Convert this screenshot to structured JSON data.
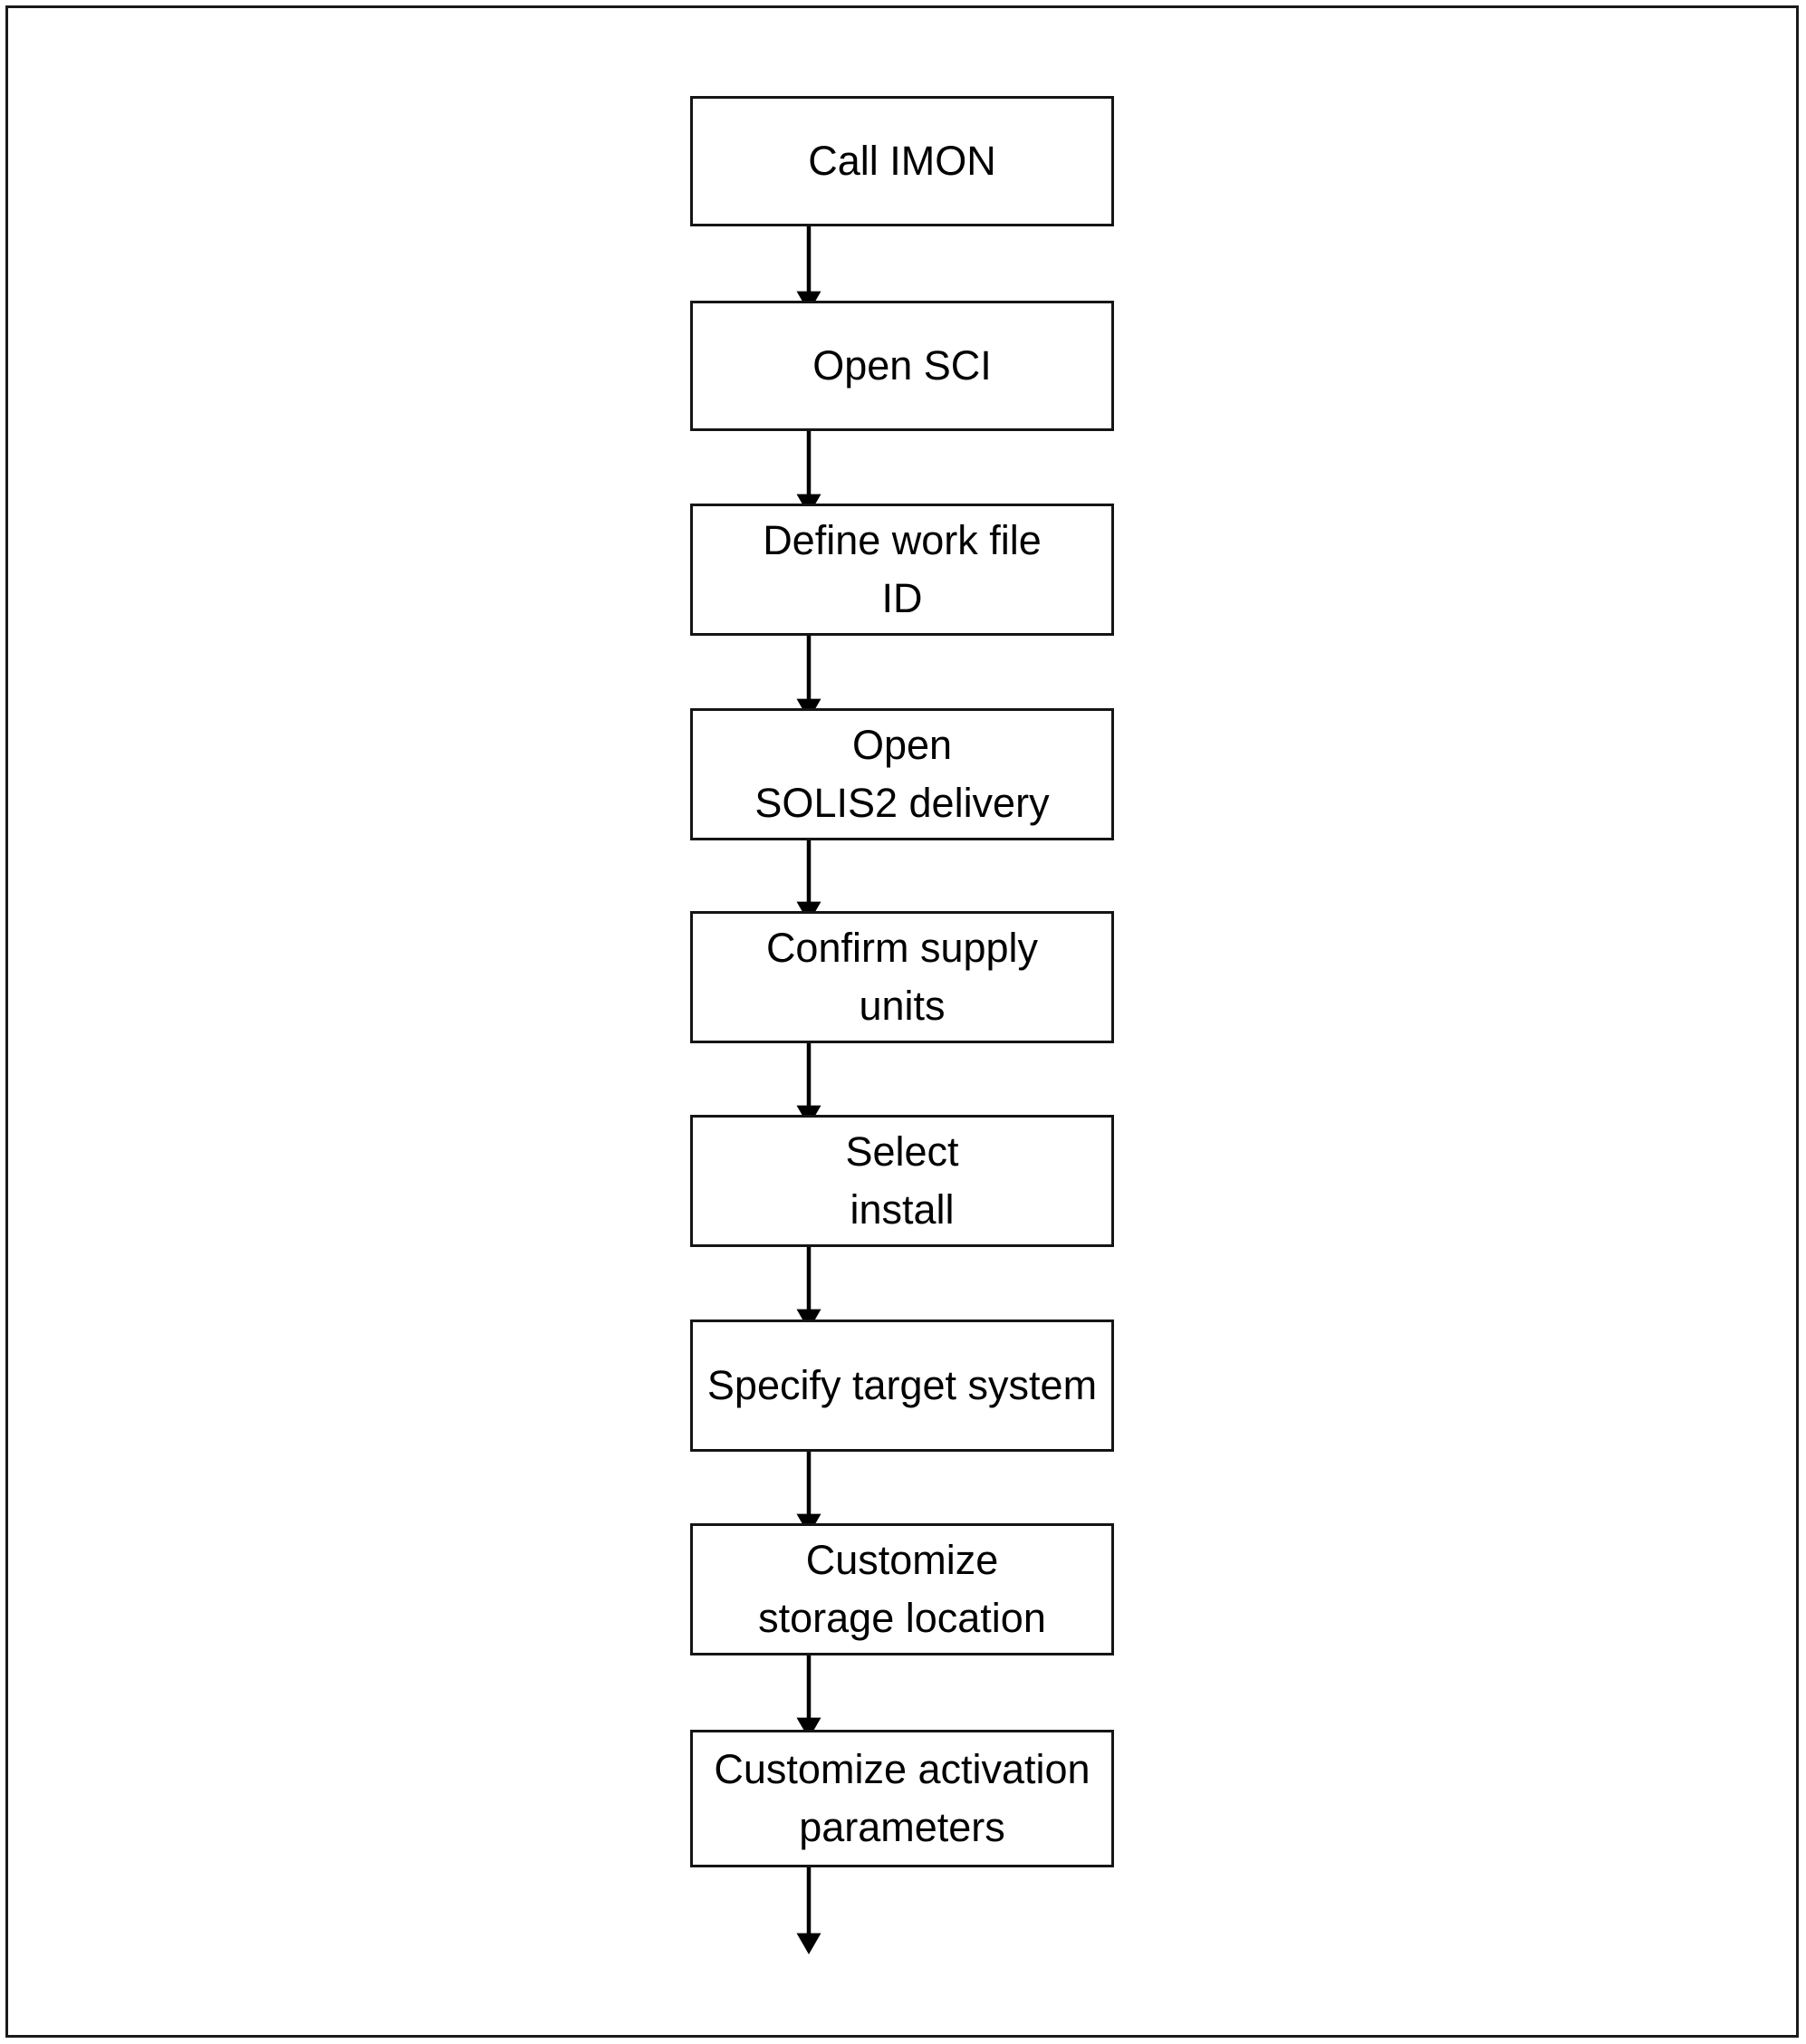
{
  "diagram": {
    "type": "flowchart",
    "orientation": "top-to-bottom",
    "title": "",
    "frame": {
      "border_color": "#1a1a1a",
      "background": "#ffffff"
    },
    "node_style": {
      "shape": "rectangle",
      "fill": "#ffffff",
      "border_color": "#151515",
      "text_color": "#000000"
    },
    "connector_style": {
      "type": "straight-arrow",
      "color": "#000000",
      "arrowhead": "filled-triangle"
    },
    "nodes": [
      {
        "id": "n1",
        "lines": [
          "Call IMON"
        ]
      },
      {
        "id": "n2",
        "lines": [
          "Open SCI"
        ]
      },
      {
        "id": "n3",
        "lines": [
          "Define work file",
          "ID"
        ]
      },
      {
        "id": "n4",
        "lines": [
          "Open",
          "SOLIS2 delivery"
        ]
      },
      {
        "id": "n5",
        "lines": [
          "Confirm supply",
          "units"
        ]
      },
      {
        "id": "n6",
        "lines": [
          "Select",
          "install"
        ]
      },
      {
        "id": "n7",
        "lines": [
          "Specify target system"
        ]
      },
      {
        "id": "n8",
        "lines": [
          "Customize",
          "storage location"
        ]
      },
      {
        "id": "n9",
        "lines": [
          "Customize activation",
          "parameters"
        ]
      }
    ],
    "edges": [
      {
        "from": "n1",
        "to": "n2",
        "label": ""
      },
      {
        "from": "n2",
        "to": "n3",
        "label": ""
      },
      {
        "from": "n3",
        "to": "n4",
        "label": ""
      },
      {
        "from": "n4",
        "to": "n5",
        "label": ""
      },
      {
        "from": "n5",
        "to": "n6",
        "label": ""
      },
      {
        "from": "n6",
        "to": "n7",
        "label": ""
      },
      {
        "from": "n7",
        "to": "n8",
        "label": ""
      },
      {
        "from": "n8",
        "to": "n9",
        "label": ""
      },
      {
        "from": "n9",
        "to": "continues-offpage",
        "label": ""
      }
    ]
  }
}
